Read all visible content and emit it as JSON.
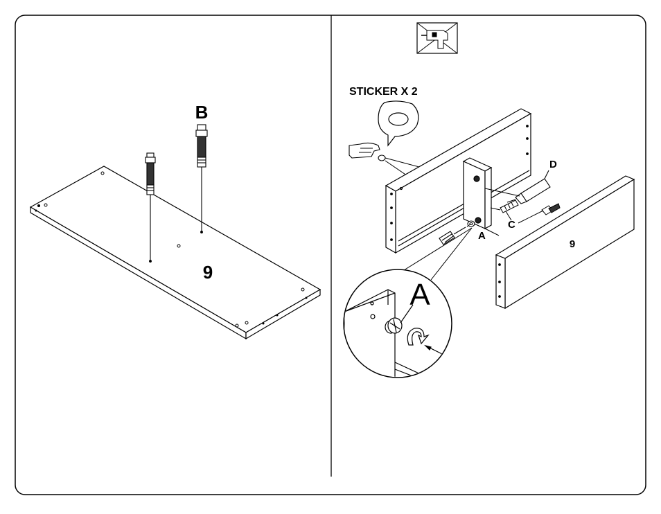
{
  "left_panel": {
    "part_label": "B",
    "board_number": "9"
  },
  "right_panel": {
    "sticker_title": "STICKER X 2",
    "label_d": "D",
    "label_c": "C",
    "label_a": "A",
    "board_number": "9",
    "zoom_label": "A",
    "tool_icon": "no-power-drill-icon"
  }
}
